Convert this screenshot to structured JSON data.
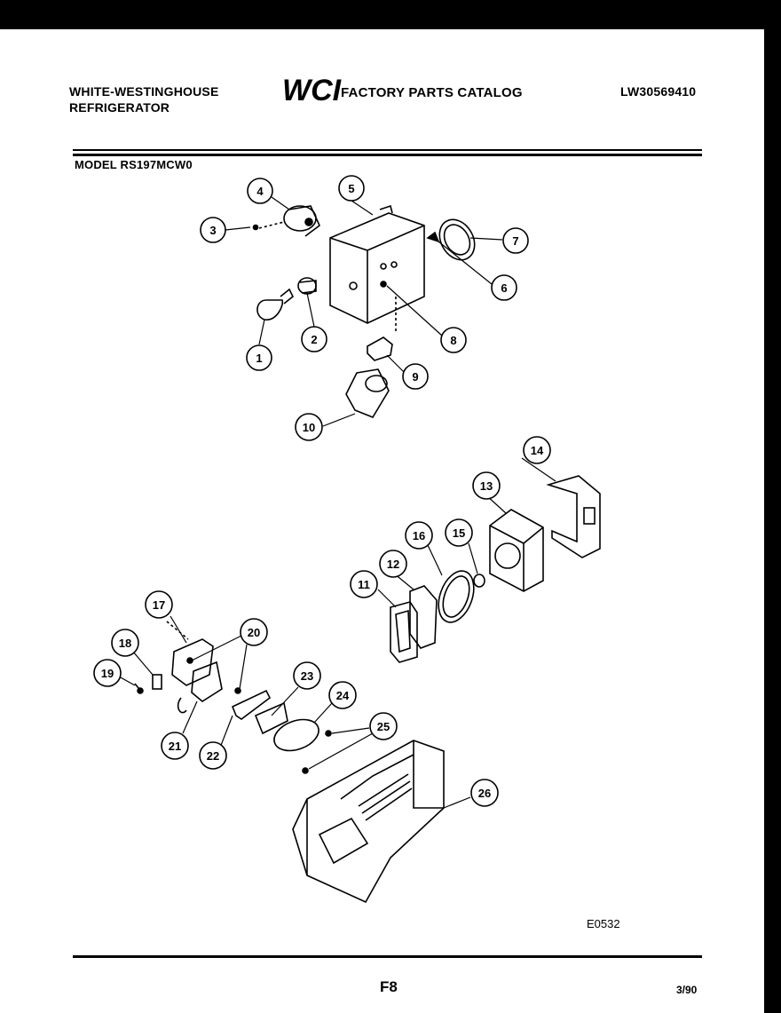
{
  "header": {
    "brand_line1": "WHITE-WESTINGHOUSE",
    "brand_line2": "REFRIGERATOR",
    "logo_text": "WCI",
    "catalog_title": "FACTORY PARTS CATALOG",
    "catalog_number": "LW30569410"
  },
  "model": "MODEL RS197MCW0",
  "diagram_code": "E0532",
  "footer": {
    "page_number": "F8",
    "date": "3/90"
  },
  "callouts": [
    "1",
    "2",
    "3",
    "4",
    "5",
    "6",
    "7",
    "8",
    "9",
    "10",
    "11",
    "12",
    "13",
    "14",
    "15",
    "16",
    "17",
    "18",
    "19",
    "20",
    "21",
    "22",
    "23",
    "24",
    "25",
    "26"
  ]
}
